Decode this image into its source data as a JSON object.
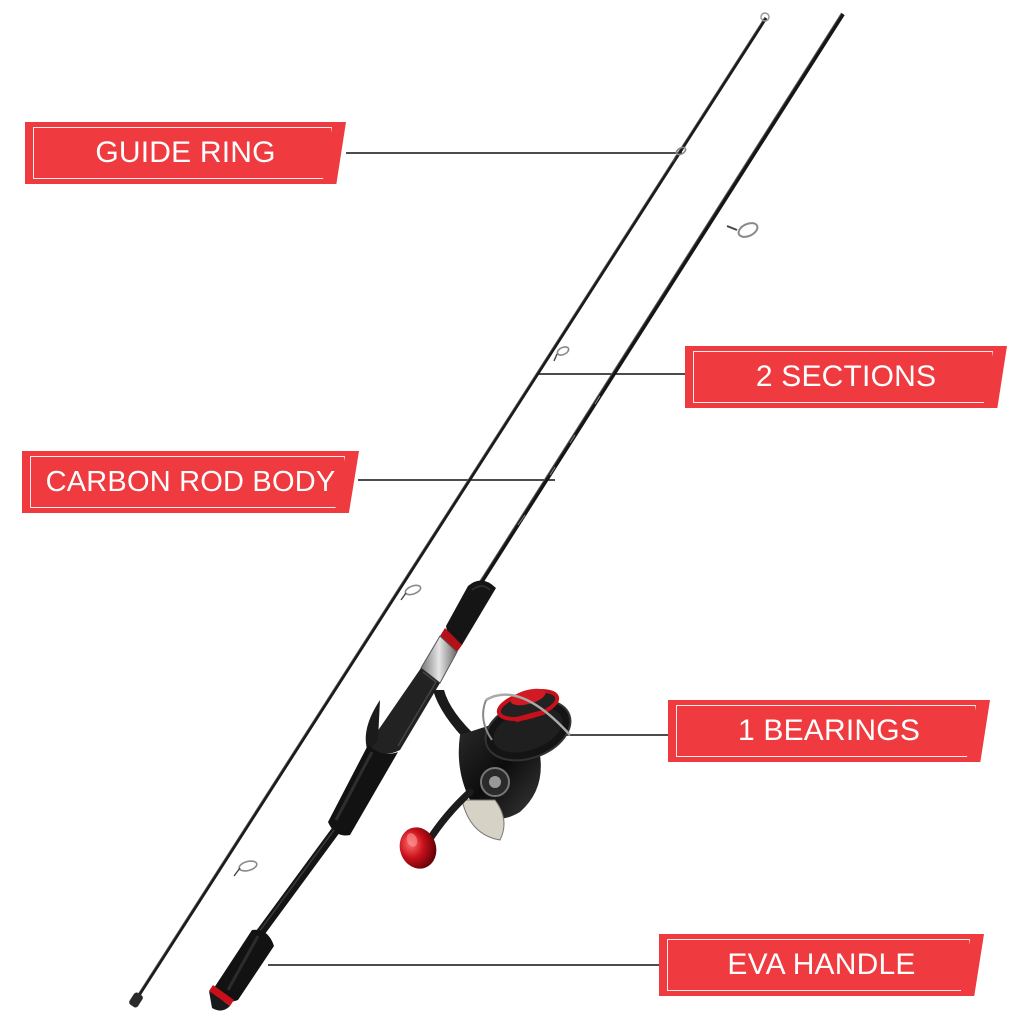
{
  "callouts": {
    "guide_ring": "GUIDE RING",
    "sections": "2 SECTIONS",
    "carbon_rod_body": "CARBON ROD BODY",
    "bearings": "1 BEARINGS",
    "eva_handle": "EVA HANDLE"
  },
  "colors": {
    "callout_red": "#ef3a3f",
    "reel_red": "#c8101a",
    "rod_black": "#1a1a1a"
  }
}
